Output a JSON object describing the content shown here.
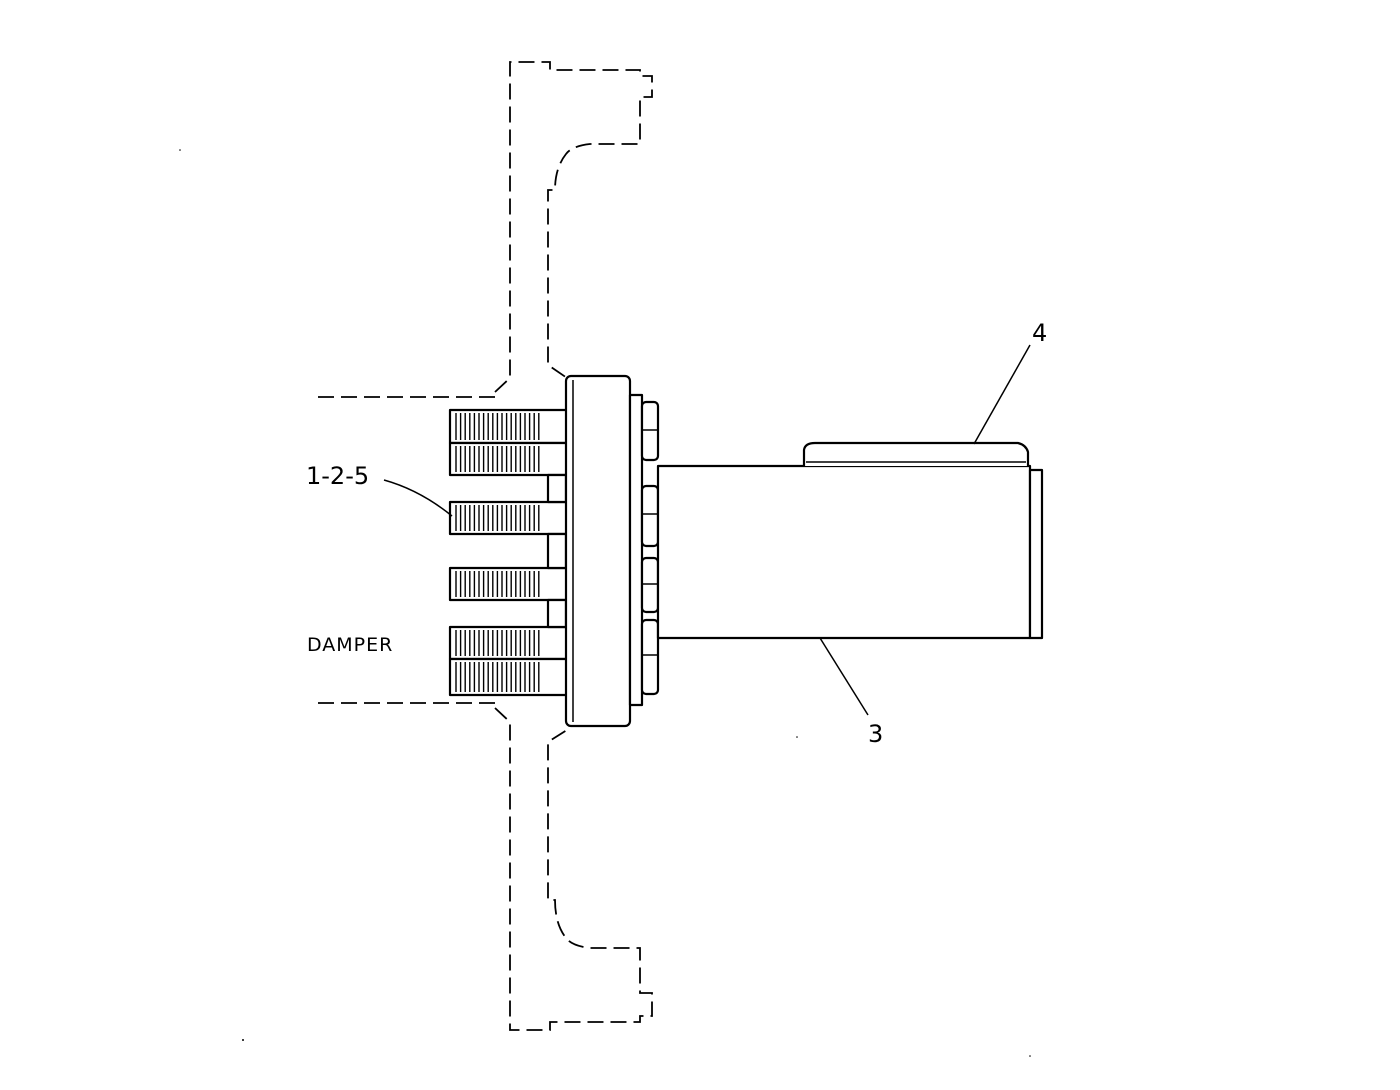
{
  "labels": {
    "callout_125": "1-2-5",
    "callout_4": "4",
    "callout_3": "3",
    "damper": "DAMPER"
  },
  "colors": {
    "ink": "#000000",
    "paper": "#ffffff"
  }
}
